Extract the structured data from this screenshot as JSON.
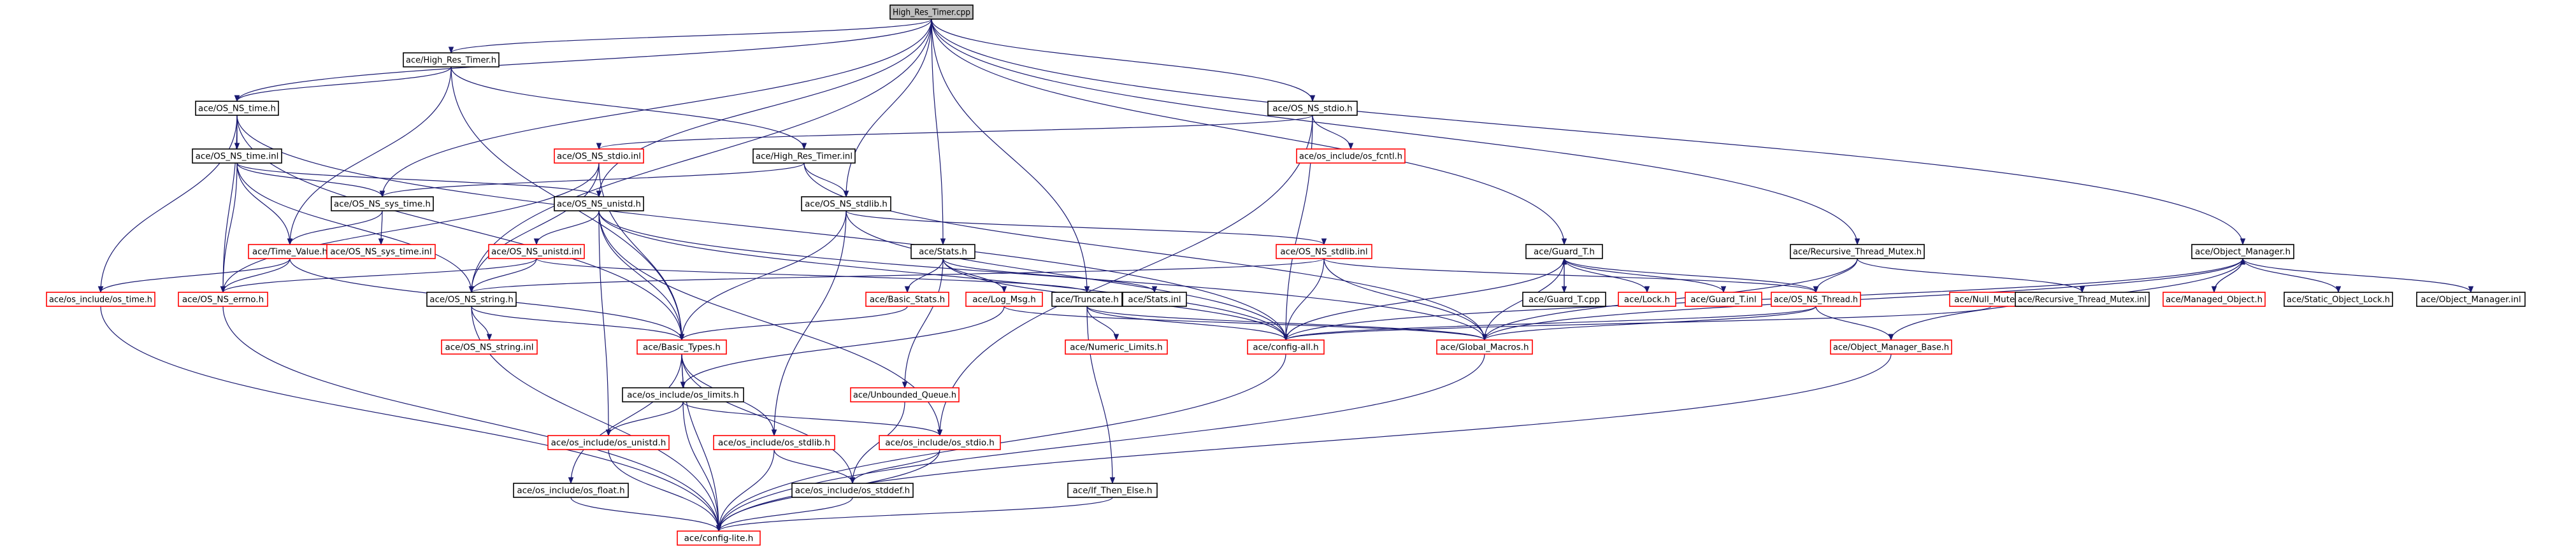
{
  "graph": {
    "colors": {
      "edge": "#191970",
      "documented_border": "#000000",
      "undocumented_border": "#ff0000",
      "root_fill": "#bfbfbf"
    },
    "nodes": [
      {
        "id": "root",
        "label": "High_Res_Timer.cpp",
        "style": "root"
      },
      {
        "id": "hrt_h",
        "label": "ace/High_Res_Timer.h",
        "style": "black"
      },
      {
        "id": "ns_time_h",
        "label": "ace/OS_NS_time.h",
        "style": "black"
      },
      {
        "id": "ns_time_inl",
        "label": "ace/OS_NS_time.inl",
        "style": "black"
      },
      {
        "id": "ns_stdio_h",
        "label": "ace/OS_NS_stdio.h",
        "style": "black"
      },
      {
        "id": "os_fcntl",
        "label": "ace/os_include/os_fcntl.h",
        "style": "red"
      },
      {
        "id": "ns_stdio_inl",
        "label": "ace/OS_NS_stdio.inl",
        "style": "red"
      },
      {
        "id": "hrt_inl",
        "label": "ace/High_Res_Timer.inl",
        "style": "black"
      },
      {
        "id": "ns_sys_time_h",
        "label": "ace/OS_NS_sys_time.h",
        "style": "black"
      },
      {
        "id": "ns_unistd_h",
        "label": "ace/OS_NS_unistd.h",
        "style": "black"
      },
      {
        "id": "ns_stdlib_h",
        "label": "ace/OS_NS_stdlib.h",
        "style": "black"
      },
      {
        "id": "time_value",
        "label": "ace/Time_Value.h",
        "style": "red"
      },
      {
        "id": "ns_sys_time_inl",
        "label": "ace/OS_NS_sys_time.inl",
        "style": "red"
      },
      {
        "id": "ns_unistd_inl",
        "label": "ace/OS_NS_unistd.inl",
        "style": "red"
      },
      {
        "id": "ns_stdlib_inl",
        "label": "ace/OS_NS_stdlib.inl",
        "style": "red"
      },
      {
        "id": "stats_h",
        "label": "ace/Stats.h",
        "style": "black"
      },
      {
        "id": "guard_t_h",
        "label": "ace/Guard_T.h",
        "style": "black"
      },
      {
        "id": "rtm_h",
        "label": "ace/Recursive_Thread_Mutex.h",
        "style": "black"
      },
      {
        "id": "om_h",
        "label": "ace/Object_Manager.h",
        "style": "black"
      },
      {
        "id": "os_time_h",
        "label": "ace/os_include/os_time.h",
        "style": "red"
      },
      {
        "id": "ns_errno",
        "label": "ace/OS_NS_errno.h",
        "style": "red"
      },
      {
        "id": "ns_string_h",
        "label": "ace/OS_NS_string.h",
        "style": "black"
      },
      {
        "id": "basic_stats",
        "label": "ace/Basic_Stats.h",
        "style": "red"
      },
      {
        "id": "log_msg",
        "label": "ace/Log_Msg.h",
        "style": "red"
      },
      {
        "id": "truncate",
        "label": "ace/Truncate.h",
        "style": "black"
      },
      {
        "id": "stats_inl",
        "label": "ace/Stats.inl",
        "style": "black"
      },
      {
        "id": "guard_t_cpp",
        "label": "ace/Guard_T.cpp",
        "style": "black"
      },
      {
        "id": "lock_h",
        "label": "ace/Lock.h",
        "style": "red"
      },
      {
        "id": "guard_t_inl",
        "label": "ace/Guard_T.inl",
        "style": "red"
      },
      {
        "id": "ns_thread",
        "label": "ace/OS_NS_Thread.h",
        "style": "red"
      },
      {
        "id": "null_mutex",
        "label": "ace/Null_Mutex.h",
        "style": "red"
      },
      {
        "id": "rtm_inl",
        "label": "ace/Recursive_Thread_Mutex.inl",
        "style": "black"
      },
      {
        "id": "managed_obj",
        "label": "ace/Managed_Object.h",
        "style": "red"
      },
      {
        "id": "sol_h",
        "label": "ace/Static_Object_Lock.h",
        "style": "black"
      },
      {
        "id": "om_inl",
        "label": "ace/Object_Manager.inl",
        "style": "black"
      },
      {
        "id": "ns_string_inl",
        "label": "ace/OS_NS_string.inl",
        "style": "red"
      },
      {
        "id": "basic_types",
        "label": "ace/Basic_Types.h",
        "style": "red"
      },
      {
        "id": "numeric_limits",
        "label": "ace/Numeric_Limits.h",
        "style": "red"
      },
      {
        "id": "config_all",
        "label": "ace/config-all.h",
        "style": "red"
      },
      {
        "id": "global_macros",
        "label": "ace/Global_Macros.h",
        "style": "red"
      },
      {
        "id": "omb_h",
        "label": "ace/Object_Manager_Base.h",
        "style": "red"
      },
      {
        "id": "os_limits",
        "label": "ace/os_include/os_limits.h",
        "style": "black"
      },
      {
        "id": "unbounded_queue",
        "label": "ace/Unbounded_Queue.h",
        "style": "red"
      },
      {
        "id": "os_unistd",
        "label": "ace/os_include/os_unistd.h",
        "style": "red"
      },
      {
        "id": "os_stdlib",
        "label": "ace/os_include/os_stdlib.h",
        "style": "red"
      },
      {
        "id": "os_stdio",
        "label": "ace/os_include/os_stdio.h",
        "style": "red"
      },
      {
        "id": "os_float",
        "label": "ace/os_include/os_float.h",
        "style": "black"
      },
      {
        "id": "os_stddef",
        "label": "ace/os_include/os_stddef.h",
        "style": "black"
      },
      {
        "id": "if_then_else",
        "label": "ace/If_Then_Else.h",
        "style": "black"
      },
      {
        "id": "config_lite",
        "label": "ace/config-lite.h",
        "style": "red"
      }
    ],
    "edges": [
      [
        "root",
        "hrt_h"
      ],
      [
        "root",
        "ns_time_h"
      ],
      [
        "root",
        "ns_stdio_h"
      ],
      [
        "root",
        "ns_sys_time_h"
      ],
      [
        "root",
        "ns_unistd_h"
      ],
      [
        "root",
        "ns_stdlib_h"
      ],
      [
        "root",
        "stats_h"
      ],
      [
        "root",
        "truncate"
      ],
      [
        "root",
        "guard_t_h"
      ],
      [
        "root",
        "rtm_h"
      ],
      [
        "root",
        "om_h"
      ],
      [
        "root",
        "ns_string_h"
      ],
      [
        "hrt_h",
        "ns_time_h"
      ],
      [
        "hrt_h",
        "hrt_inl"
      ],
      [
        "hrt_h",
        "basic_types"
      ],
      [
        "hrt_h",
        "time_value"
      ],
      [
        "ns_time_h",
        "ns_time_inl"
      ],
      [
        "ns_time_h",
        "os_time_h"
      ],
      [
        "ns_time_h",
        "ns_errno"
      ],
      [
        "ns_time_h",
        "config_all"
      ],
      [
        "ns_time_h",
        "basic_types"
      ],
      [
        "ns_time_inl",
        "ns_sys_time_h"
      ],
      [
        "ns_time_inl",
        "ns_unistd_h"
      ],
      [
        "ns_time_inl",
        "ns_errno"
      ],
      [
        "ns_time_inl",
        "time_value"
      ],
      [
        "ns_time_inl",
        "ns_string_h"
      ],
      [
        "ns_stdio_h",
        "ns_stdio_inl"
      ],
      [
        "ns_stdio_h",
        "os_fcntl"
      ],
      [
        "ns_stdio_h",
        "os_stdio"
      ],
      [
        "ns_stdio_h",
        "config_all"
      ],
      [
        "ns_stdio_inl",
        "ns_errno"
      ],
      [
        "ns_stdio_inl",
        "ns_string_h"
      ],
      [
        "ns_stdio_inl",
        "basic_types"
      ],
      [
        "hrt_inl",
        "ns_sys_time_h"
      ],
      [
        "hrt_inl",
        "ns_stdlib_h"
      ],
      [
        "hrt_inl",
        "global_macros"
      ],
      [
        "ns_sys_time_h",
        "ns_sys_time_inl"
      ],
      [
        "ns_sys_time_h",
        "time_value"
      ],
      [
        "ns_unistd_h",
        "ns_unistd_inl"
      ],
      [
        "ns_unistd_h",
        "basic_types"
      ],
      [
        "ns_unistd_h",
        "os_unistd"
      ],
      [
        "ns_unistd_h",
        "os_stdio"
      ],
      [
        "ns_unistd_h",
        "config_all"
      ],
      [
        "ns_unistd_h",
        "global_macros"
      ],
      [
        "ns_stdlib_h",
        "ns_stdlib_inl"
      ],
      [
        "ns_stdlib_h",
        "basic_types"
      ],
      [
        "ns_stdlib_h",
        "os_stdlib"
      ],
      [
        "ns_stdlib_h",
        "config_all"
      ],
      [
        "ns_unistd_inl",
        "ns_errno"
      ],
      [
        "ns_unistd_inl",
        "ns_string_h"
      ],
      [
        "ns_unistd_inl",
        "truncate"
      ],
      [
        "ns_stdlib_inl",
        "ns_string_h"
      ],
      [
        "ns_stdlib_inl",
        "config_all"
      ],
      [
        "ns_stdlib_inl",
        "global_macros"
      ],
      [
        "ns_stdlib_inl",
        "ns_thread"
      ],
      [
        "time_value",
        "basic_types"
      ],
      [
        "time_value",
        "ns_errno"
      ],
      [
        "time_value",
        "os_time_h"
      ],
      [
        "stats_h",
        "basic_stats"
      ],
      [
        "stats_h",
        "log_msg"
      ],
      [
        "stats_h",
        "stats_inl"
      ],
      [
        "stats_h",
        "unbounded_queue"
      ],
      [
        "stats_h",
        "config_all"
      ],
      [
        "basic_stats",
        "basic_types"
      ],
      [
        "log_msg",
        "global_macros"
      ],
      [
        "log_msg",
        "os_limits"
      ],
      [
        "truncate",
        "numeric_limits"
      ],
      [
        "truncate",
        "if_then_else"
      ],
      [
        "truncate",
        "config_all"
      ],
      [
        "truncate",
        "global_macros"
      ],
      [
        "guard_t_h",
        "guard_t_cpp"
      ],
      [
        "guard_t_h",
        "lock_h"
      ],
      [
        "guard_t_h",
        "guard_t_inl"
      ],
      [
        "guard_t_h",
        "ns_thread"
      ],
      [
        "guard_t_h",
        "global_macros"
      ],
      [
        "guard_t_h",
        "config_all"
      ],
      [
        "guard_t_cpp",
        "guard_t_h"
      ],
      [
        "rtm_h",
        "ns_thread"
      ],
      [
        "rtm_h",
        "rtm_inl"
      ],
      [
        "rtm_h",
        "global_macros"
      ],
      [
        "ns_thread",
        "config_all"
      ],
      [
        "ns_thread",
        "global_macros"
      ],
      [
        "ns_thread",
        "omb_h"
      ],
      [
        "null_mutex",
        "config_all"
      ],
      [
        "om_h",
        "managed_obj"
      ],
      [
        "om_h",
        "sol_h"
      ],
      [
        "om_h",
        "om_inl"
      ],
      [
        "om_h",
        "omb_h"
      ],
      [
        "om_h",
        "global_macros"
      ],
      [
        "om_h",
        "config_all"
      ],
      [
        "managed_obj",
        "om_h"
      ],
      [
        "ns_string_h",
        "ns_string_inl"
      ],
      [
        "ns_string_h",
        "basic_types"
      ],
      [
        "ns_string_h",
        "config_lite"
      ],
      [
        "basic_types",
        "os_limits"
      ],
      [
        "basic_types",
        "os_float"
      ],
      [
        "basic_types",
        "os_stdlib"
      ],
      [
        "basic_types",
        "os_stddef"
      ],
      [
        "basic_types",
        "config_lite"
      ],
      [
        "os_limits",
        "os_unistd"
      ],
      [
        "os_limits",
        "os_stdio"
      ],
      [
        "os_limits",
        "config_lite"
      ],
      [
        "unbounded_queue",
        "os_stddef"
      ],
      [
        "os_unistd",
        "config_lite"
      ],
      [
        "os_stdlib",
        "os_stddef"
      ],
      [
        "os_stdlib",
        "config_lite"
      ],
      [
        "os_stdio",
        "os_stddef"
      ],
      [
        "os_stdio",
        "config_lite"
      ],
      [
        "os_float",
        "config_lite"
      ],
      [
        "os_stddef",
        "config_lite"
      ],
      [
        "if_then_else",
        "config_lite"
      ],
      [
        "config_all",
        "config_lite"
      ],
      [
        "global_macros",
        "config_lite"
      ],
      [
        "omb_h",
        "config_lite"
      ],
      [
        "ns_errno",
        "config_lite"
      ],
      [
        "os_time_h",
        "config_lite"
      ]
    ]
  }
}
